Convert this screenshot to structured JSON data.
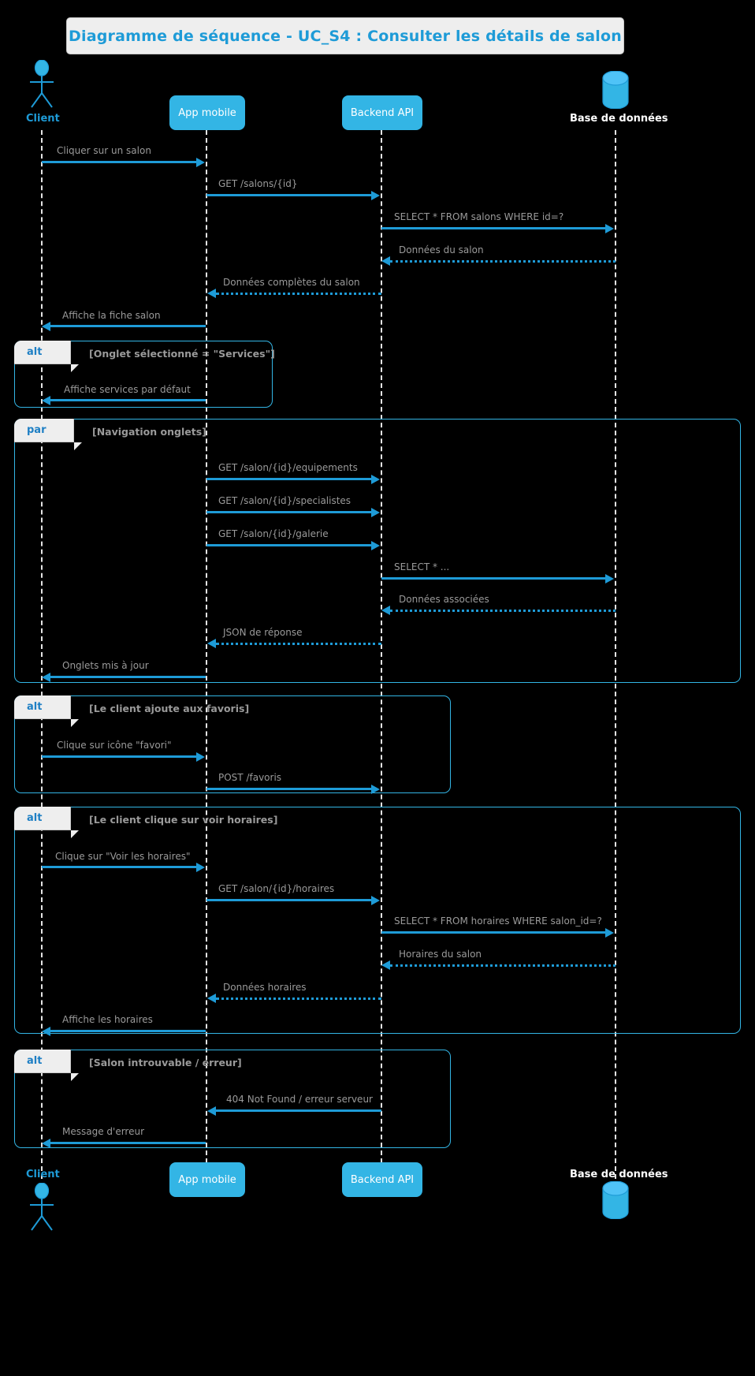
{
  "title": "Diagramme de séquence - UC_S4 : Consulter les détails de salon",
  "colors": {
    "accent": "#33B5E5",
    "arrow": "#1E9BD7",
    "label": "#9A9A9A",
    "lifeline": "#E4E4E4",
    "fragment_header_bg": "#EEEEEE",
    "background": "#000000"
  },
  "participants": [
    {
      "name": "Client",
      "type": "actor",
      "icon": "stick-figure-icon"
    },
    {
      "name": "App mobile",
      "type": "participant",
      "icon": "box-icon"
    },
    {
      "name": "Backend API",
      "type": "participant",
      "icon": "box-icon"
    },
    {
      "name": "Base de données",
      "type": "database",
      "icon": "database-cylinder-icon"
    }
  ],
  "messages": [
    {
      "id": "m1",
      "text": "Cliquer sur un salon",
      "from": "Client",
      "to": "App mobile",
      "style": "solid"
    },
    {
      "id": "m2",
      "text": "GET /salons/{id}",
      "from": "App mobile",
      "to": "Backend API",
      "style": "solid"
    },
    {
      "id": "m3",
      "text": "SELECT * FROM salons WHERE id=?",
      "from": "Backend API",
      "to": "Base de données",
      "style": "solid"
    },
    {
      "id": "m4",
      "text": "Données du salon",
      "from": "Base de données",
      "to": "Backend API",
      "style": "dotted"
    },
    {
      "id": "m5",
      "text": "Données complètes du salon",
      "from": "Backend API",
      "to": "App mobile",
      "style": "dotted"
    },
    {
      "id": "m6",
      "text": "Affiche la fiche salon",
      "from": "App mobile",
      "to": "Client",
      "style": "solid"
    },
    {
      "id": "m7",
      "text": "Affiche services par défaut",
      "from": "App mobile",
      "to": "Client",
      "style": "solid"
    },
    {
      "id": "m8",
      "text": "GET /salon/{id}/equipements",
      "from": "App mobile",
      "to": "Backend API",
      "style": "solid"
    },
    {
      "id": "m9",
      "text": "GET /salon/{id}/specialistes",
      "from": "App mobile",
      "to": "Backend API",
      "style": "solid"
    },
    {
      "id": "m10",
      "text": "GET /salon/{id}/galerie",
      "from": "App mobile",
      "to": "Backend API",
      "style": "solid"
    },
    {
      "id": "m11",
      "text": "SELECT * ...",
      "from": "Backend API",
      "to": "Base de données",
      "style": "solid"
    },
    {
      "id": "m12",
      "text": "Données associées",
      "from": "Base de données",
      "to": "Backend API",
      "style": "dotted"
    },
    {
      "id": "m13",
      "text": "JSON de réponse",
      "from": "Backend API",
      "to": "App mobile",
      "style": "dotted"
    },
    {
      "id": "m14",
      "text": "Onglets mis à jour",
      "from": "App mobile",
      "to": "Client",
      "style": "solid"
    },
    {
      "id": "m15",
      "text": "Clique sur icône \"favori\"",
      "from": "Client",
      "to": "App mobile",
      "style": "solid"
    },
    {
      "id": "m16",
      "text": "POST /favoris",
      "from": "App mobile",
      "to": "Backend API",
      "style": "solid"
    },
    {
      "id": "m17",
      "text": "Clique sur \"Voir les horaires\"",
      "from": "Client",
      "to": "App mobile",
      "style": "solid"
    },
    {
      "id": "m18",
      "text": "GET /salon/{id}/horaires",
      "from": "App mobile",
      "to": "Backend API",
      "style": "solid"
    },
    {
      "id": "m19",
      "text": "SELECT * FROM horaires WHERE salon_id=?",
      "from": "Backend API",
      "to": "Base de données",
      "style": "solid"
    },
    {
      "id": "m20",
      "text": "Horaires du salon",
      "from": "Base de données",
      "to": "Backend API",
      "style": "dotted"
    },
    {
      "id": "m21",
      "text": "Données horaires",
      "from": "Backend API",
      "to": "App mobile",
      "style": "dotted"
    },
    {
      "id": "m22",
      "text": "Affiche les horaires",
      "from": "App mobile",
      "to": "Client",
      "style": "solid"
    },
    {
      "id": "m23",
      "text": "404 Not Found / erreur serveur",
      "from": "Backend API",
      "to": "App mobile",
      "style": "solid"
    },
    {
      "id": "m24",
      "text": "Message d'erreur",
      "from": "App mobile",
      "to": "Client",
      "style": "solid"
    }
  ],
  "fragments": [
    {
      "id": "f1",
      "type": "alt",
      "condition": "[Onglet sélectionné = \"Services\"]"
    },
    {
      "id": "f2",
      "type": "par",
      "condition": "[Navigation onglets]"
    },
    {
      "id": "f3",
      "type": "alt",
      "condition": "[Le client ajoute aux favoris]"
    },
    {
      "id": "f4",
      "type": "alt",
      "condition": "[Le client clique sur voir horaires]"
    },
    {
      "id": "f5",
      "type": "alt",
      "condition": "[Salon introuvable / erreur]"
    }
  ]
}
